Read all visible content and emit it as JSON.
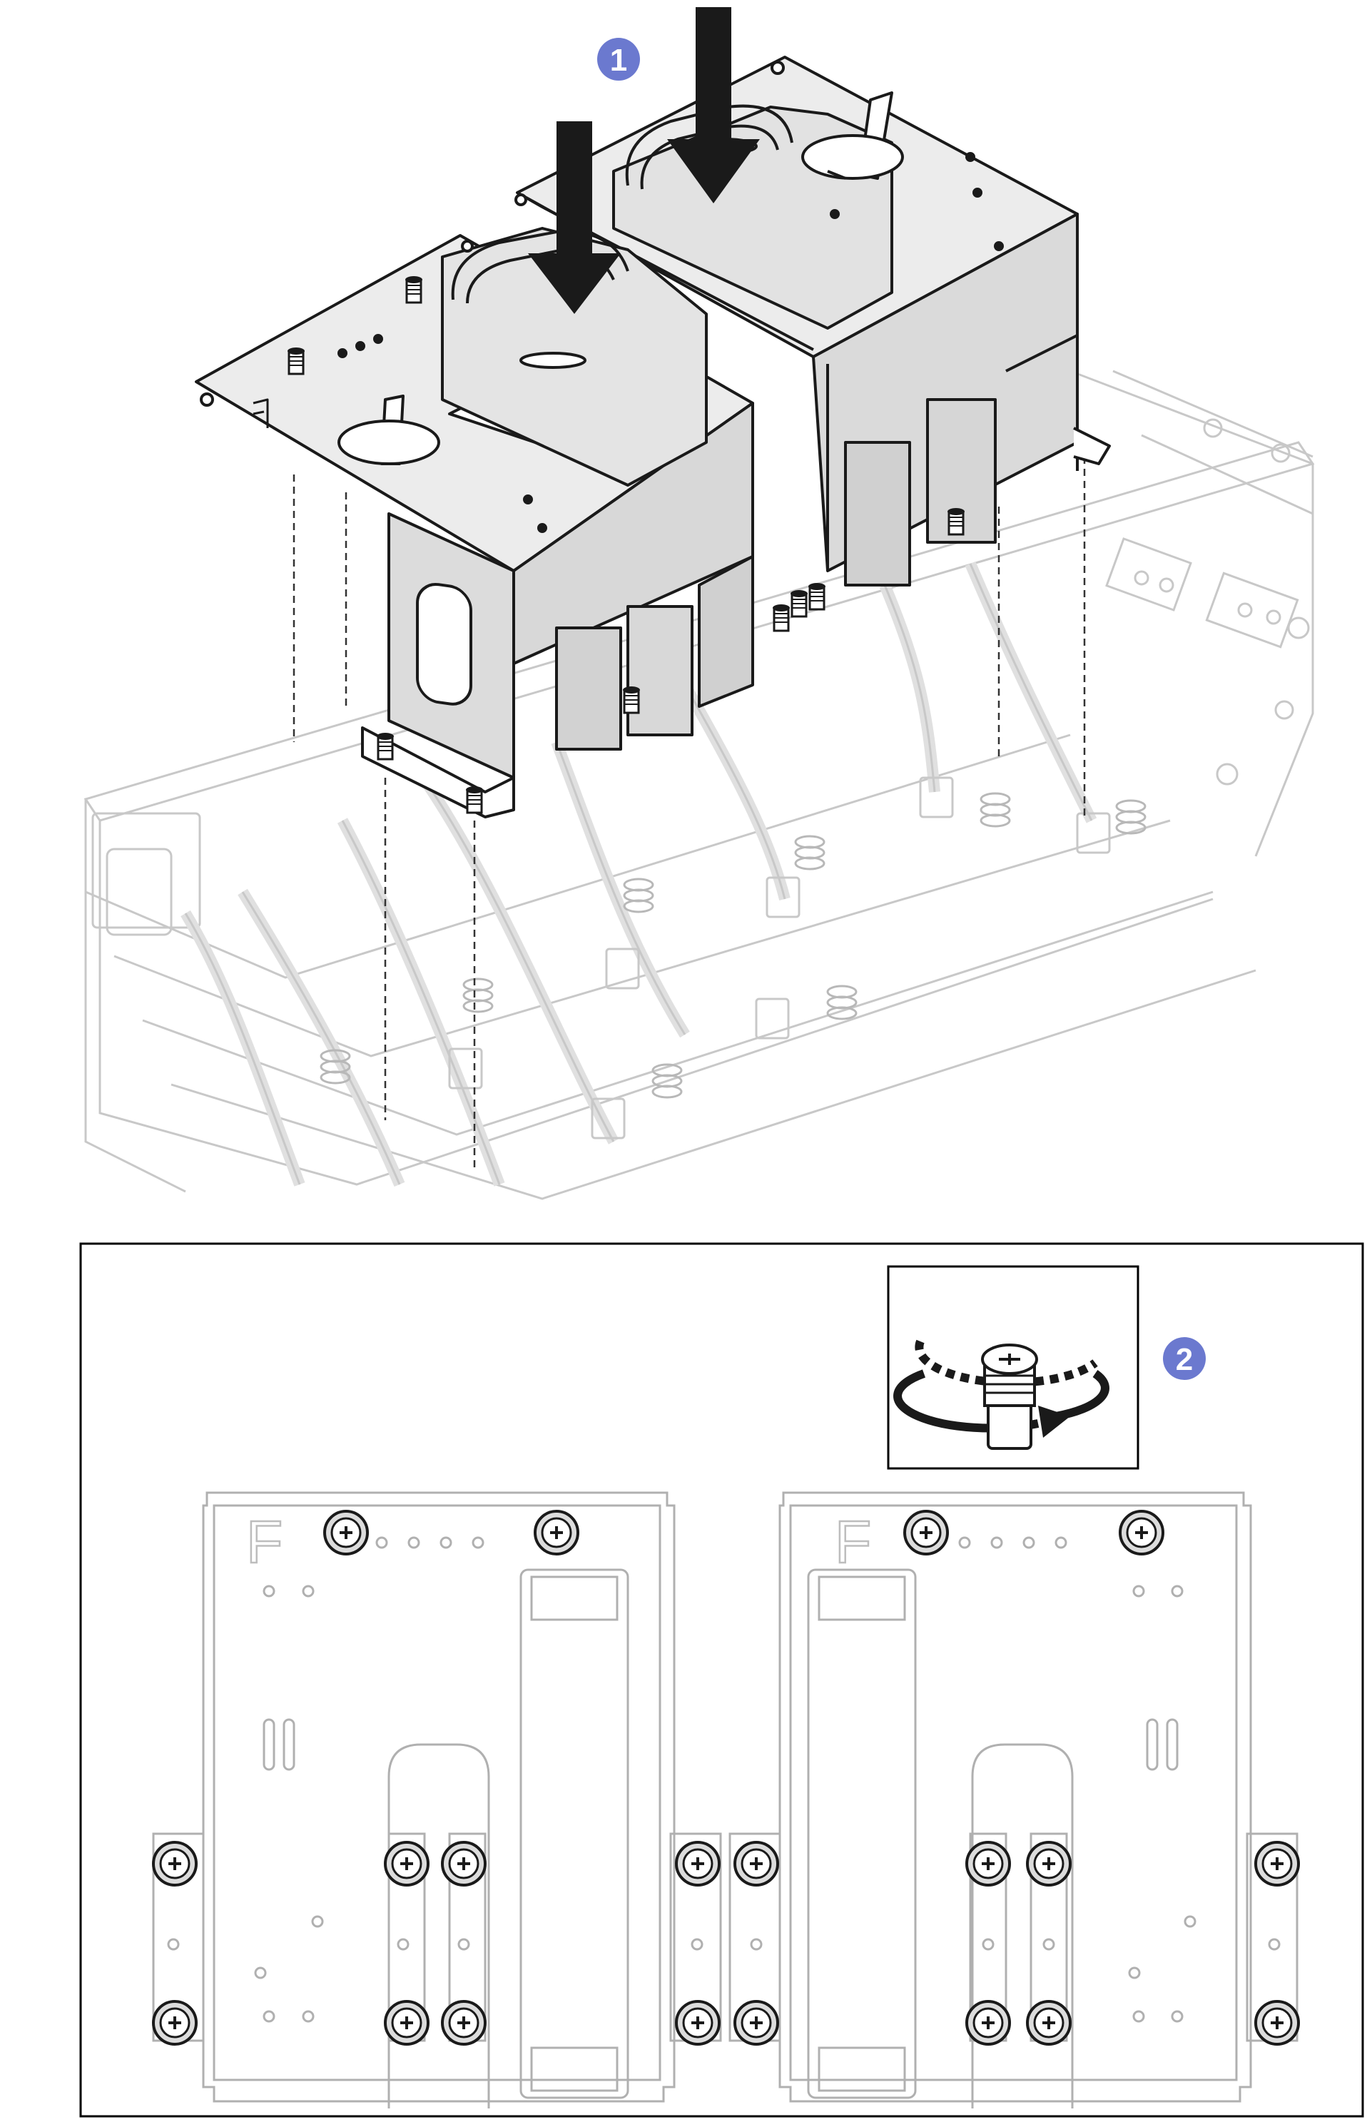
{
  "callouts": [
    {
      "id": "step-1",
      "label": "1"
    },
    {
      "id": "step-2",
      "label": "2"
    }
  ],
  "bracket_marks": {
    "left": "F",
    "right": "F"
  },
  "colors": {
    "callout_fill": "#6b79cf",
    "line": "#1a1a1a",
    "ghost_line": "#c8c8c8",
    "bracket_fill": "#e6e6e6",
    "frame": "#000000"
  },
  "icons": [
    "arrow-down-icon",
    "screw-icon",
    "rotate-clockwise-icon",
    "dashed-alignment-line"
  ]
}
